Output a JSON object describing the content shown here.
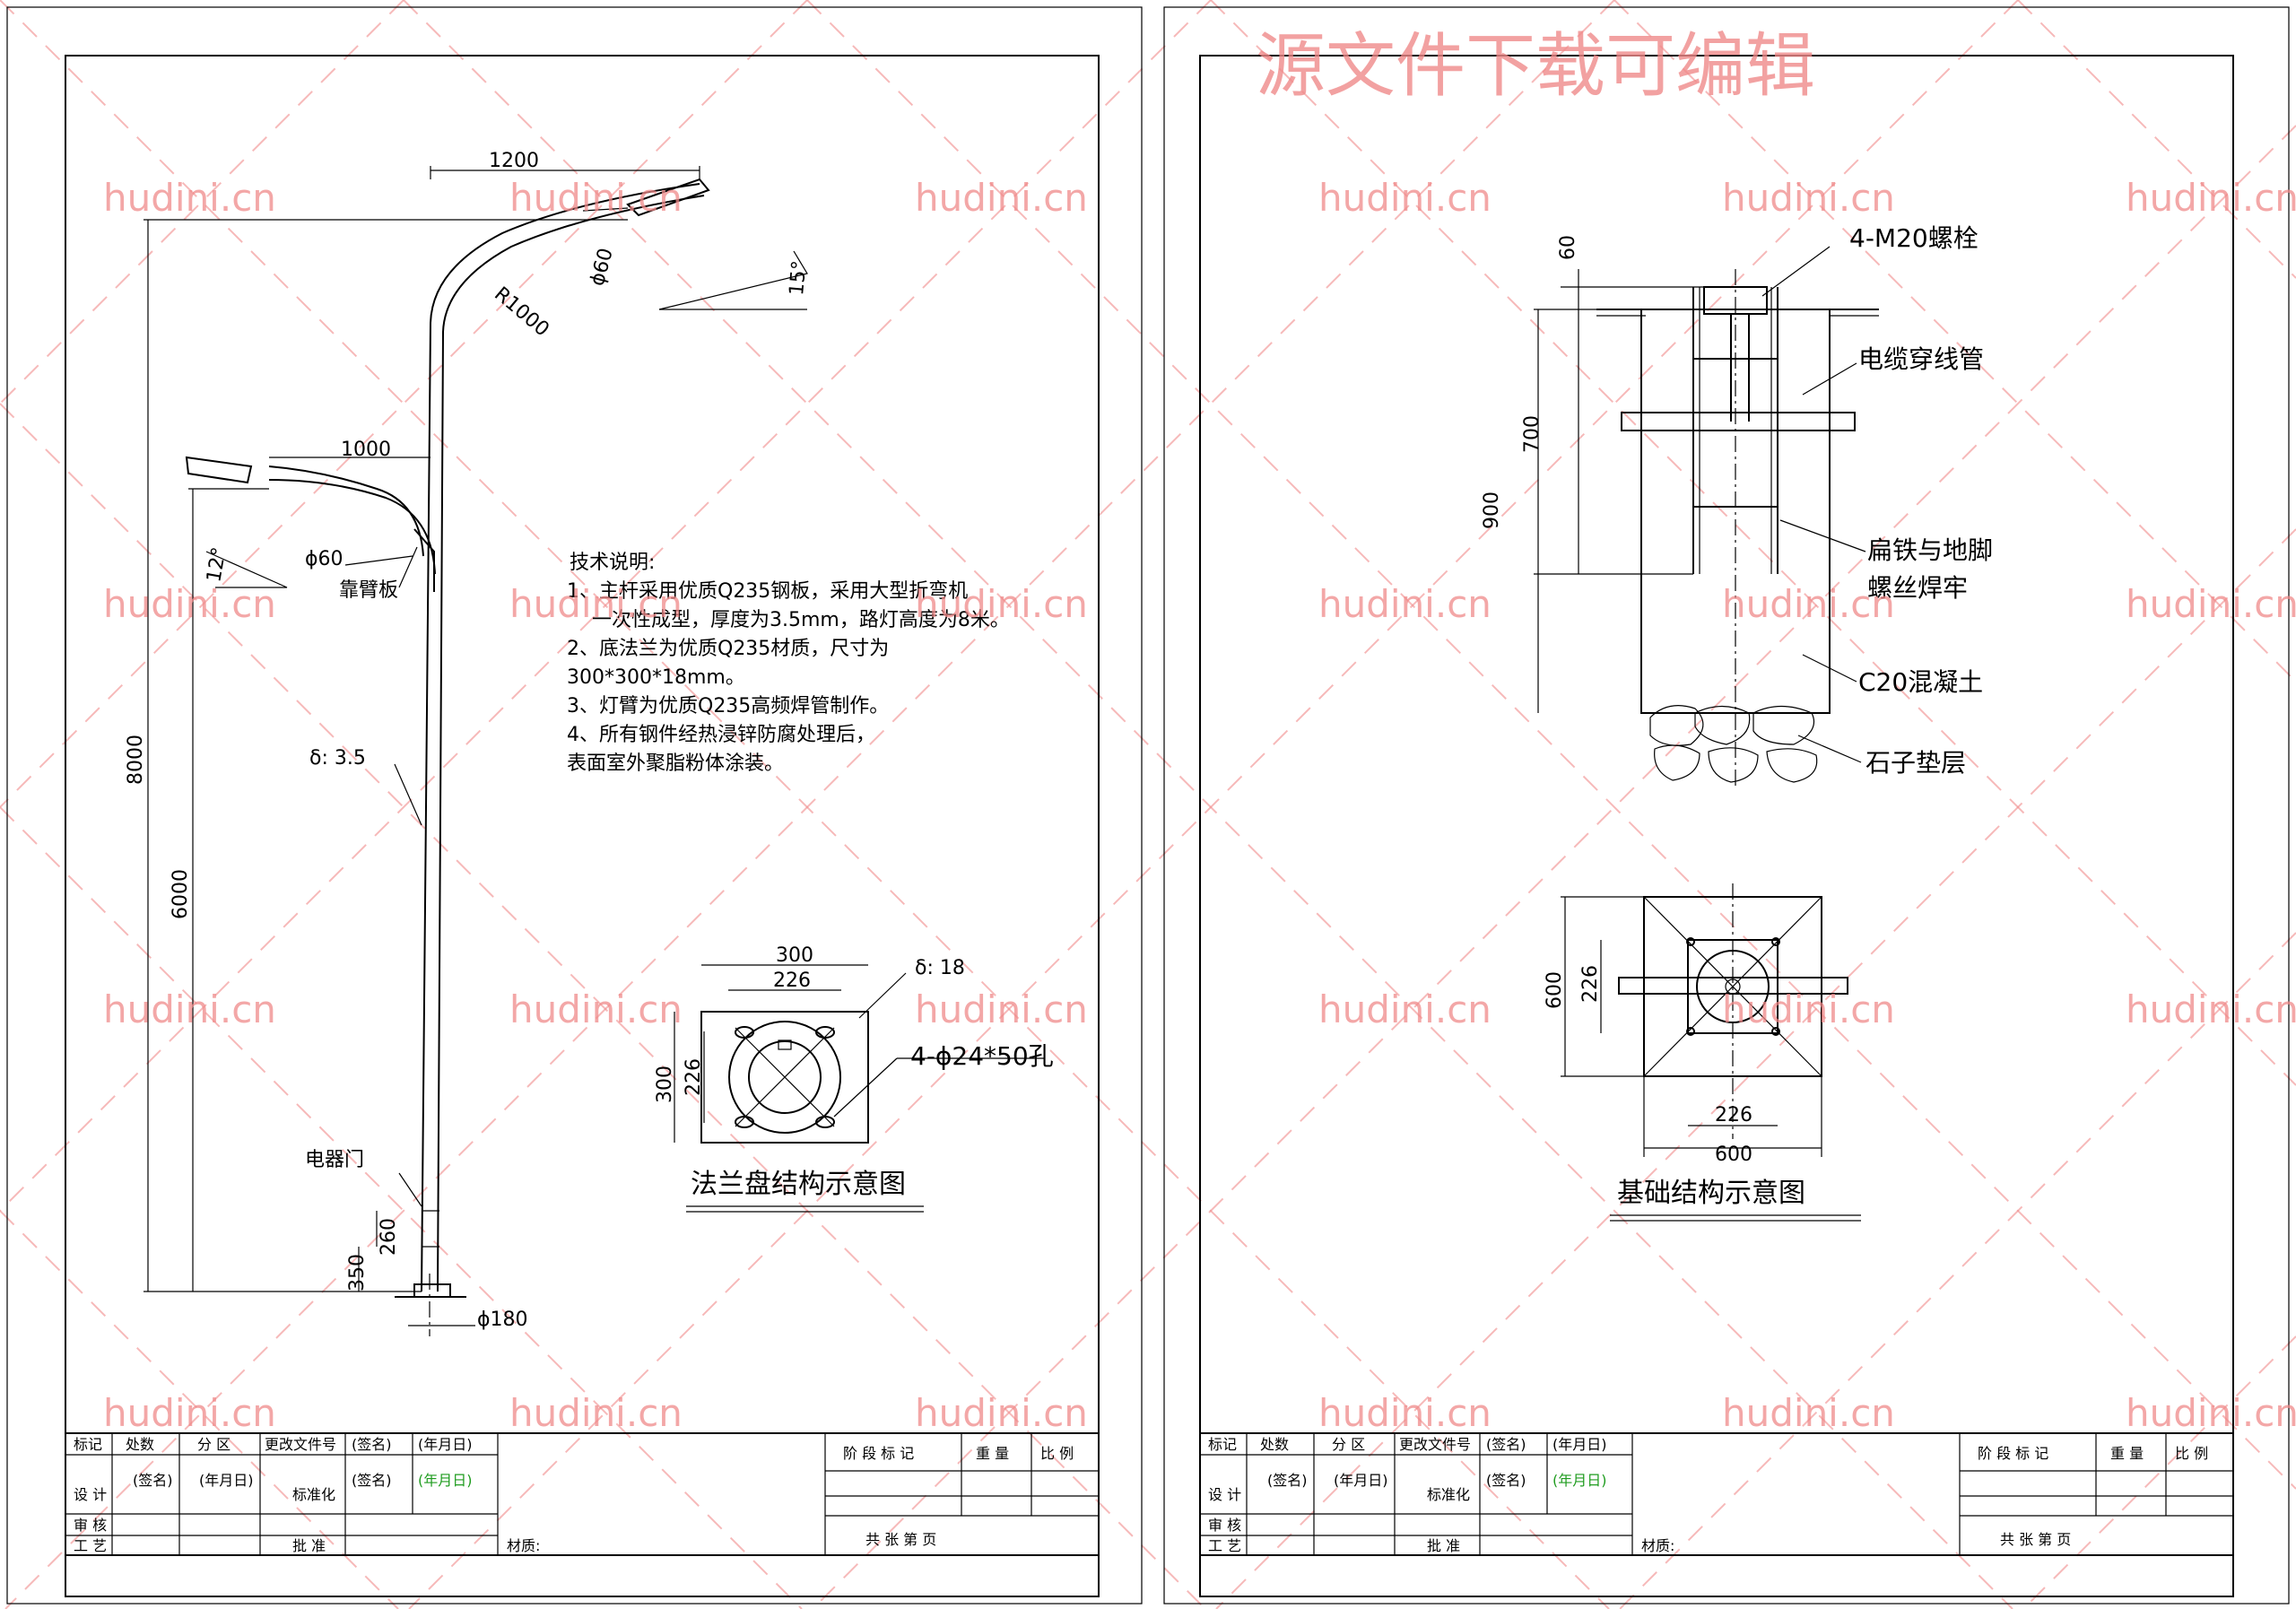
{
  "watermark": {
    "banner": "源文件下载可编辑",
    "site": "hudini.cn",
    "color": "#f08a8a"
  },
  "left_sheet": {
    "dims": {
      "arm_top": "1200",
      "arm_low": "1000",
      "dia_top": "ϕ60",
      "dia_low": "ϕ60",
      "radius": "R1000",
      "angle_top": "15°",
      "angle_low": "12°",
      "height_total": "8000",
      "height_low": "6000",
      "thickness": "δ: 3.5",
      "door_h": "260",
      "door_base": "350",
      "base_dia": "ϕ180"
    },
    "labels": {
      "back_plate": "靠臂板",
      "door": "电器门"
    },
    "notes": {
      "title": "技术说明:",
      "lines": [
        "1、主杆采用优质Q235钢板，采用大型折弯机",
        "一次性成型，厚度为3.5mm，路灯高度为8米。",
        "2、底法兰为优质Q235材质，尺寸为",
        "300*300*18mm。",
        "3、灯臂为优质Q235高频焊管制作。",
        "4、所有钢件经热浸锌防腐处理后，",
        "表面室外聚脂粉体涂装。"
      ]
    },
    "flange": {
      "w_outer": "300",
      "w_inner": "226",
      "h_outer": "300",
      "h_inner": "226",
      "thickness": "δ: 18",
      "holes": "4-ϕ24*50孔",
      "caption": "法兰盘结构示意图"
    },
    "title_block": {
      "row1": [
        "标记",
        "处数",
        "分 区",
        "更改文件号",
        "(签名)",
        "(年月日)"
      ],
      "design": "设 计",
      "design_sign": "(签名)",
      "design_date": "(年月日)",
      "standard": "标准化",
      "standard_sign": "(签名)",
      "standard_date": "(年月日)",
      "review": "审 核",
      "craft": "工 艺",
      "approve": "批 准",
      "material": "材质:",
      "stage_mark": "阶 段 标 记",
      "weight": "重 量",
      "scale": "比 例",
      "sheets": "共    张    第    页"
    }
  },
  "right_sheet": {
    "dims": {
      "top": "60",
      "mid": "700",
      "total": "900",
      "plan_h": "600",
      "plan_inner": "226",
      "plan_w_inner": "226",
      "plan_w": "600"
    },
    "labels": {
      "bolts": "4-M20螺栓",
      "conduit": "电缆穿线管",
      "weld_1": "扁铁与地脚",
      "weld_2": "螺丝焊牢",
      "concrete": "C20混凝土",
      "gravel": "石子垫层",
      "caption": "基础结构示意图"
    },
    "title_block": {
      "row1": [
        "标记",
        "处数",
        "分 区",
        "更改文件号",
        "(签名)",
        "(年月日)"
      ],
      "design": "设 计",
      "design_sign": "(签名)",
      "design_date": "(年月日)",
      "standard": "标准化",
      "standard_sign": "(签名)",
      "standard_date": "(年月日)",
      "review": "审 核",
      "craft": "工 艺",
      "approve": "批 准",
      "material": "材质:",
      "stage_mark": "阶 段 标 记",
      "weight": "重 量",
      "scale": "比 例",
      "sheets": "共    张    第    页"
    }
  }
}
